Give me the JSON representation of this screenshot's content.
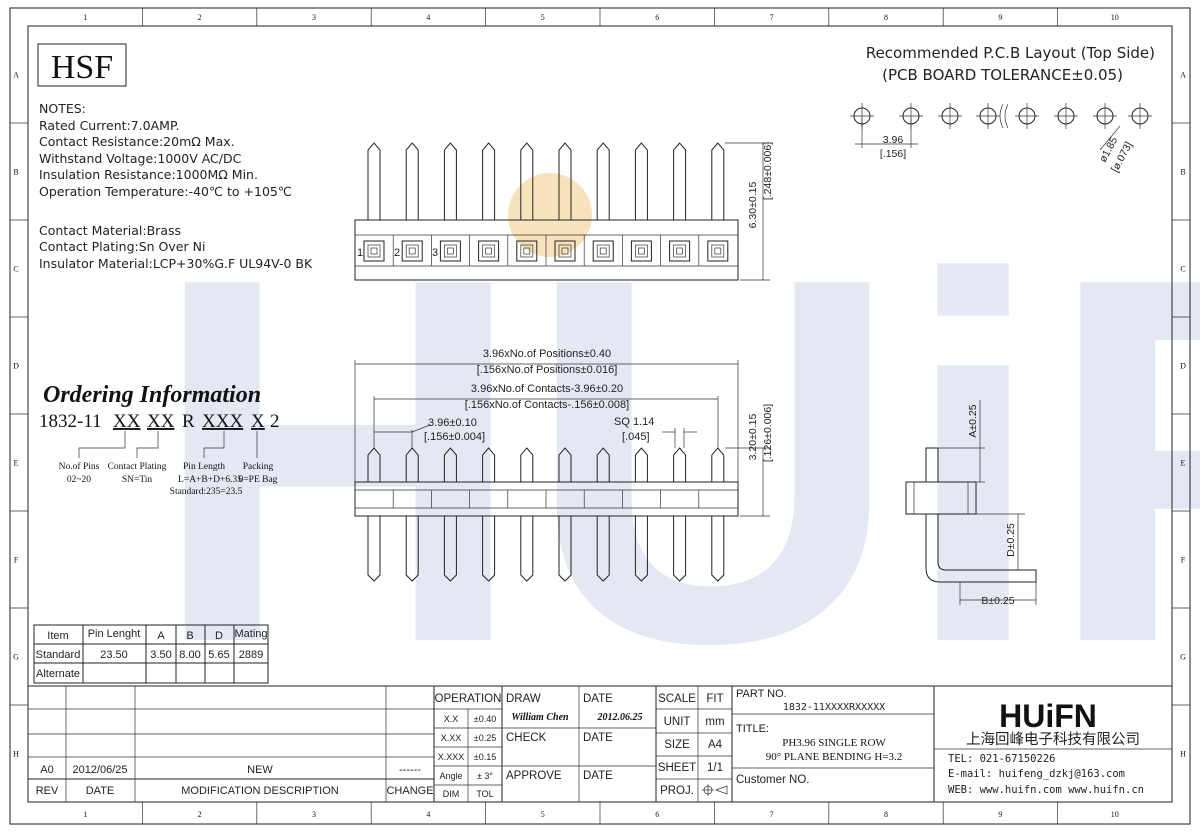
{
  "frame": {
    "columns": [
      "1",
      "2",
      "3",
      "4",
      "5",
      "6",
      "7",
      "8",
      "9",
      "10"
    ],
    "rows": [
      "A",
      "B",
      "C",
      "D",
      "E",
      "F",
      "G",
      "H"
    ]
  },
  "logo_hsf": "HSF",
  "pcb_layout": {
    "title_line1": "Recommended P.C.B Layout (Top Side)",
    "title_line2": "(PCB BOARD TOLERANCE±0.05)",
    "pitch": "3.96",
    "pitch_inch": "[.156]",
    "hole": "ø1.85",
    "hole_inch": "[ø.073]"
  },
  "notes": {
    "heading": "NOTES:",
    "lines": [
      "Rated Current:7.0AMP.",
      "Contact Resistance:20mΩ Max.",
      "Withstand Voltage:1000V AC/DC",
      "Insulation Resistance:1000MΩ Min.",
      "Operation Temperature:-40℃ to +105℃"
    ],
    "material_lines": [
      "Contact Material:Brass",
      "Contact Plating:Sn Over Ni",
      "Insulator Material:LCP+30%G.F UL94V-0 BK"
    ]
  },
  "top_view": {
    "pin_numbers": [
      "1",
      "2",
      "3"
    ],
    "dim_height": "6.30±0.15",
    "dim_height_inch": "[.248±0.006]"
  },
  "ordering": {
    "heading": "Ordering Information",
    "code_prefix": "1832-11",
    "code_xx1": "XX",
    "code_xx2": "XX",
    "code_r": "R",
    "code_xxx": "XXX",
    "code_x": "X",
    "code_2": "2",
    "legend": [
      {
        "label": "No.of Pins",
        "value": "02~20"
      },
      {
        "label": "Contact Plating",
        "value": "SN=Tin"
      },
      {
        "label": "Pin Length",
        "value": "L=A+B+D+6.35",
        "extra": "Standard:235=23.5"
      },
      {
        "label": "Packing",
        "value": "0=PE Bag"
      }
    ]
  },
  "front_view": {
    "dim_positions": "3.96xNo.of Positions±0.40",
    "dim_positions_inch": "[.156xNo.of Positions±0.016]",
    "dim_contacts": "3.96xNo.of Contacts-3.96±0.20",
    "dim_contacts_inch": "[.156xNo.of Contacts-.156±0.008]",
    "dim_pitch": "3.96±0.10",
    "dim_pitch_inch": "[.156±0.004]",
    "dim_sq": "SQ 1.14",
    "dim_sq_inch": "[.045]",
    "dim_height": "3.20±0.15",
    "dim_height_inch": "[.126±0.006]"
  },
  "side_view": {
    "dim_a": "A±0.25",
    "dim_d": "D±0.25",
    "dim_b": "B±0.25"
  },
  "pin_table": {
    "headers": [
      "Item",
      "Pin Lenght",
      "A",
      "B",
      "D",
      "Mating"
    ],
    "rows": [
      [
        "Standard",
        "23.50",
        "3.50",
        "8.00",
        "5.65",
        "2889"
      ],
      [
        "Alternate",
        "",
        "",
        "",
        "",
        ""
      ]
    ]
  },
  "revision": {
    "rev": "A0",
    "date": "2012/06/25",
    "description": "NEW",
    "change": "------",
    "header_rev": "REV",
    "header_date": "DATE",
    "header_desc": "MODIFICATION  DESCRIPTION",
    "header_change": "CHANGE"
  },
  "tolerance": {
    "operation": "OPERATION",
    "rows": [
      [
        "X.X",
        "±0.40"
      ],
      [
        "X.XX",
        "±0.25"
      ],
      [
        "X.XXX",
        "±0.15"
      ],
      [
        "Angle",
        "±  3°"
      ]
    ],
    "dim": "DIM",
    "tol": "TOL"
  },
  "approvals": {
    "draw": "DRAW",
    "drawer": "William Chen",
    "date_label": "DATE",
    "draw_date": "2012.06.25",
    "check": "CHECK",
    "approve": "APPROVE"
  },
  "sheet": {
    "scale": "SCALE",
    "fit": "FIT",
    "unit": "UNIT",
    "unit_val": "mm",
    "size": "SIZE",
    "size_val": "A4",
    "sheet": "SHEET",
    "sheet_val": "1/1",
    "proj": "PROJ."
  },
  "part": {
    "part_no_label": "PART  NO.",
    "part_no": "1832-11XXXXRXXXXX",
    "title_label": "TITLE:",
    "title_line1": "PH3.96 SINGLE ROW",
    "title_line2": "90° PLANE BENDING H=3.2",
    "customer_label": "Customer NO."
  },
  "company": {
    "logo": "HUiFN",
    "name_cn": "上海回峰电子科技有限公司",
    "tel": "TEL: 021-67150226",
    "email": "E-mail: huifeng_dzkj@163.com",
    "web": "WEB: www.huifn.com  www.huifn.cn"
  },
  "colors": {
    "watermark_blue": "#dfe4f2",
    "watermark_orange": "#f7d9a8",
    "ink": "#222222"
  }
}
